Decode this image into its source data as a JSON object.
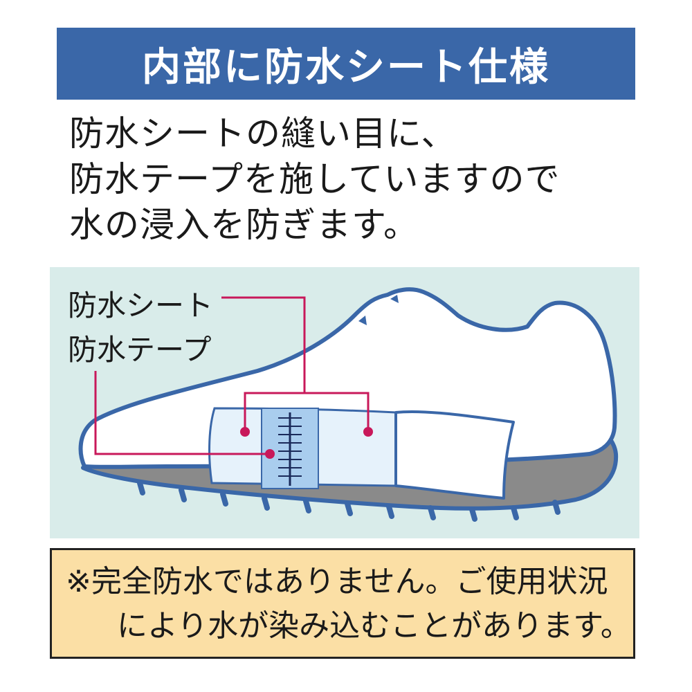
{
  "banner": {
    "title": "内部に防水シート仕様"
  },
  "description": {
    "lines": [
      "防水シートの縫い目に、",
      "防水テープを施していますので",
      "水の浸入を防ぎます。"
    ]
  },
  "diagram": {
    "labels": {
      "sheet": "防水シート",
      "tape": "防水テープ"
    },
    "colors": {
      "background": "#d9ecea",
      "shoe_outline": "#3a67a8",
      "sole": "#888888",
      "callout": "#c8185a",
      "tape": "#a9cdee",
      "sheet": "#e6f2fb"
    }
  },
  "note": {
    "lines": [
      "※完全防水ではありません。ご使用状況",
      "により水が染み込むことがあります。"
    ]
  },
  "colors": {
    "banner": "#3a67a8",
    "note_background": "#fbdfa5"
  }
}
